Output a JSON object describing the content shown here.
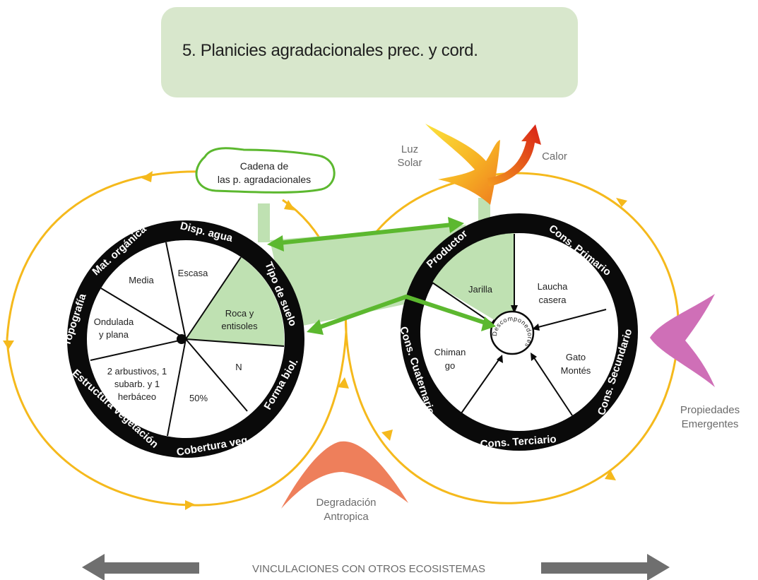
{
  "title": "5. Planicies agradacionales prec. y cord.",
  "callout": "Cadena de\nlas p. agradacionales",
  "energy": {
    "light": "Luz\nSolar",
    "heat": "Calor"
  },
  "left_wheel": {
    "ring_labels": {
      "disp_agua": "Disp. agua",
      "tipo_suelo": "Tipo de suelo",
      "forma_biol": "Forma biol.",
      "cobertura": "Cobertura veg.",
      "estructura": "Estructura vegetación",
      "topografia": "Topografía",
      "mat_organica": "Mat. orgánica"
    },
    "sectors": {
      "disp_agua": "Escasa",
      "tipo_suelo": "Roca y\nentisoles",
      "forma_biol": "N",
      "cobertura": "50%",
      "estructura": "2 arbustivos, 1\nsubarb. y 1\nherbáceo",
      "topografia": "Ondulada\ny plana",
      "mat_organica": "Media"
    }
  },
  "right_wheel": {
    "ring_labels": {
      "productor": "Productor",
      "cons_primario": "Cons. Primario",
      "cons_secundario": "Cons. Secundario",
      "cons_terciario": "Cons. Terciario",
      "cons_cuaternario": "Cons. Cuaternario"
    },
    "sectors": {
      "productor": "Jarilla",
      "cons_primario": "Laucha\ncasera",
      "cons_secundario": "Gato\nMontés",
      "cons_cuaternario": "Chiman\ngo"
    },
    "center": "Descomponedores"
  },
  "emergent": "Propiedades\nEmergentes",
  "degradation": "Degradación\nAntropica",
  "links": "VINCULACIONES  CON  OTROS  ECOSISTEMAS",
  "colors": {
    "ring": "#0a0a0a",
    "flow": "#f5b91c",
    "link_green": "#5cb82f",
    "light_green": "#bfe1b2",
    "title_bg": "#d8e7cc",
    "pink": "#cf6fb7",
    "salmon": "#ee7f5b",
    "grey_arrow": "#6f6f6f"
  }
}
